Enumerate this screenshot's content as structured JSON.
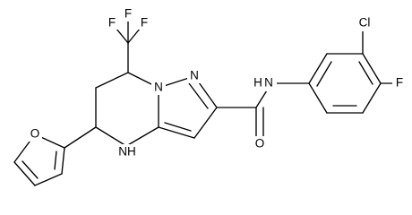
{
  "molecule": {
    "atoms": {
      "f1": "F",
      "f2": "F",
      "f3": "F",
      "n_bridge": "N",
      "n_pyrazole": "N",
      "nh_ring": "NH",
      "o_furan": "O",
      "amide_n": "N",
      "amide_h": "H",
      "amide_o": "O",
      "cl": "Cl",
      "f_aryl": "F"
    }
  }
}
